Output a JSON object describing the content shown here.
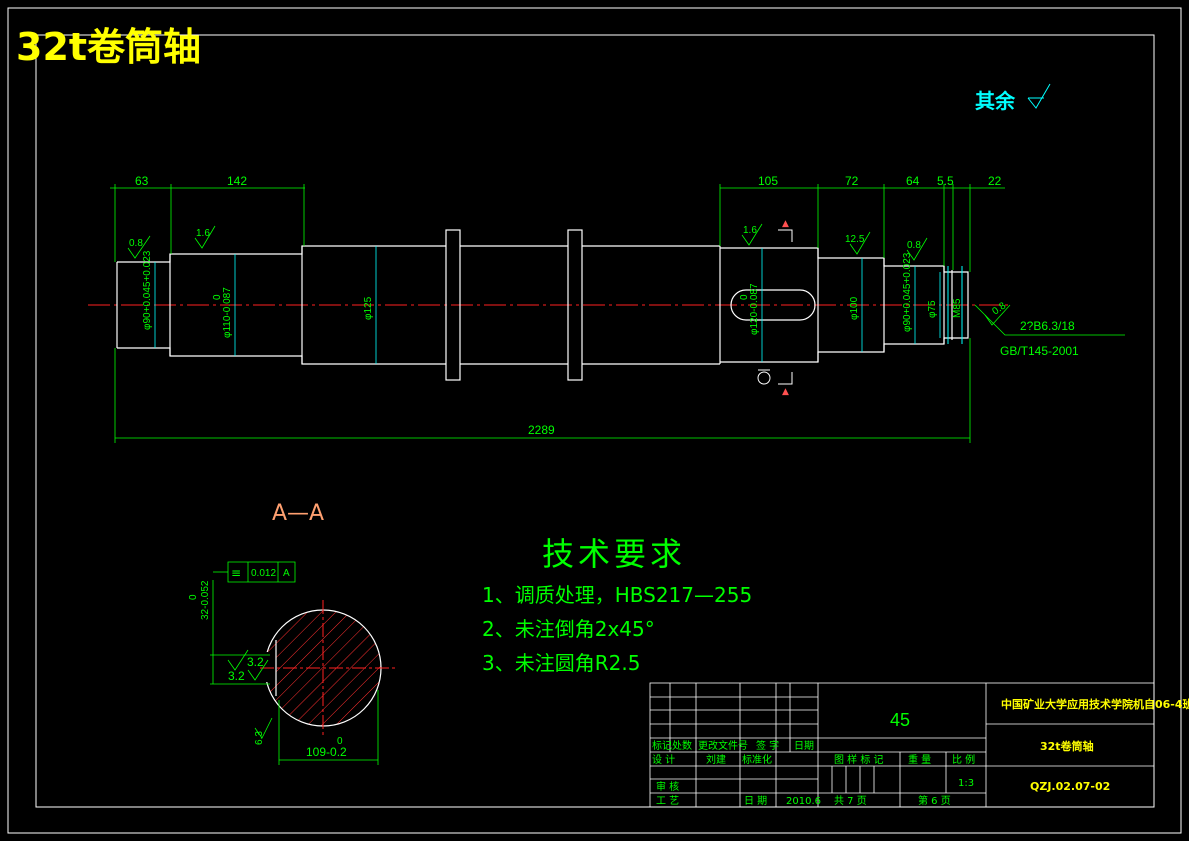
{
  "title": "32t卷筒轴",
  "rest_roughness": "其余",
  "section_label": "A—A",
  "dimensions": {
    "d63": "63",
    "d142": "142",
    "d105": "105",
    "d72": "72",
    "d64": "64",
    "d55": "5.5",
    "d22": "22",
    "total": "2289",
    "dia_left90": "φ90+0.045+0.023",
    "dia_110": "φ110-0.087",
    "dia_110_tol": "0",
    "dia_125": "φ125",
    "dia_120": "φ120-0.087",
    "dia_120_tol": "0",
    "dia_100": "φ100",
    "dia_right90": "φ90+0.045+0.023",
    "dia_75": "φ75",
    "thread": "M85",
    "spline1": "2?B6.3/18",
    "spline2": "GB/T145-2001",
    "key_depth": "32-0.052",
    "key_depth_tol": "0",
    "key_width": "109-0.2",
    "key_width_tol": "0"
  },
  "roughness": {
    "r1": "0.8",
    "r2": "1.6",
    "r3": "1.6",
    "r4": "12.5",
    "r5": "0.8",
    "r6": "3.2",
    "r7": "3.2",
    "r8": "6.3",
    "r9": "0.8"
  },
  "tolerance_frame": {
    "value": "0.012",
    "datum": "A"
  },
  "tech_requirements": {
    "heading": "技术要求",
    "items": [
      "1、调质处理，HBS217—255",
      "2、未注倒角2x45°",
      "3、未注圆角R2.5"
    ]
  },
  "title_block": {
    "material": "45",
    "school": "中国矿业大学应用技术学院机自06-4班",
    "part_name": "32t卷筒轴",
    "drawing_no": "QZJ.02.07-02",
    "labels": {
      "mark": "标记",
      "count": "处数",
      "change_doc": "更改文件号",
      "sign": "签 字",
      "date": "日期",
      "design": "设 计",
      "designer": "刘建",
      "standard": "标准化",
      "stage_mark": "图 样 标 记",
      "weight": "重 量",
      "scale": "比 例",
      "review": "审 核",
      "process": "工 艺",
      "date2": "日 期",
      "date_val": "2010.6",
      "total_pages": "共  7  页",
      "page": "第  6  页",
      "scale_val": "1:3"
    }
  }
}
